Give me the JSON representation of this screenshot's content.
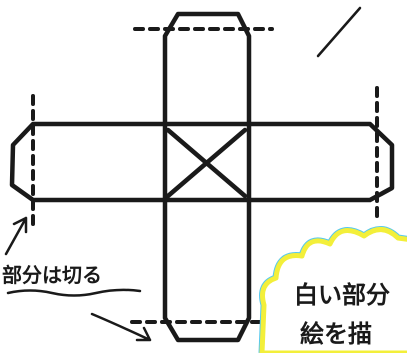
{
  "annotation_cut": "部分は切る",
  "callout": {
    "line1": "白い部分",
    "line2": "絵を描",
    "border_color": "#f3ef3a",
    "glow_color": "#56c8ee"
  },
  "colors": {
    "ink": "#1a1a1a",
    "background": "#ffffff"
  }
}
